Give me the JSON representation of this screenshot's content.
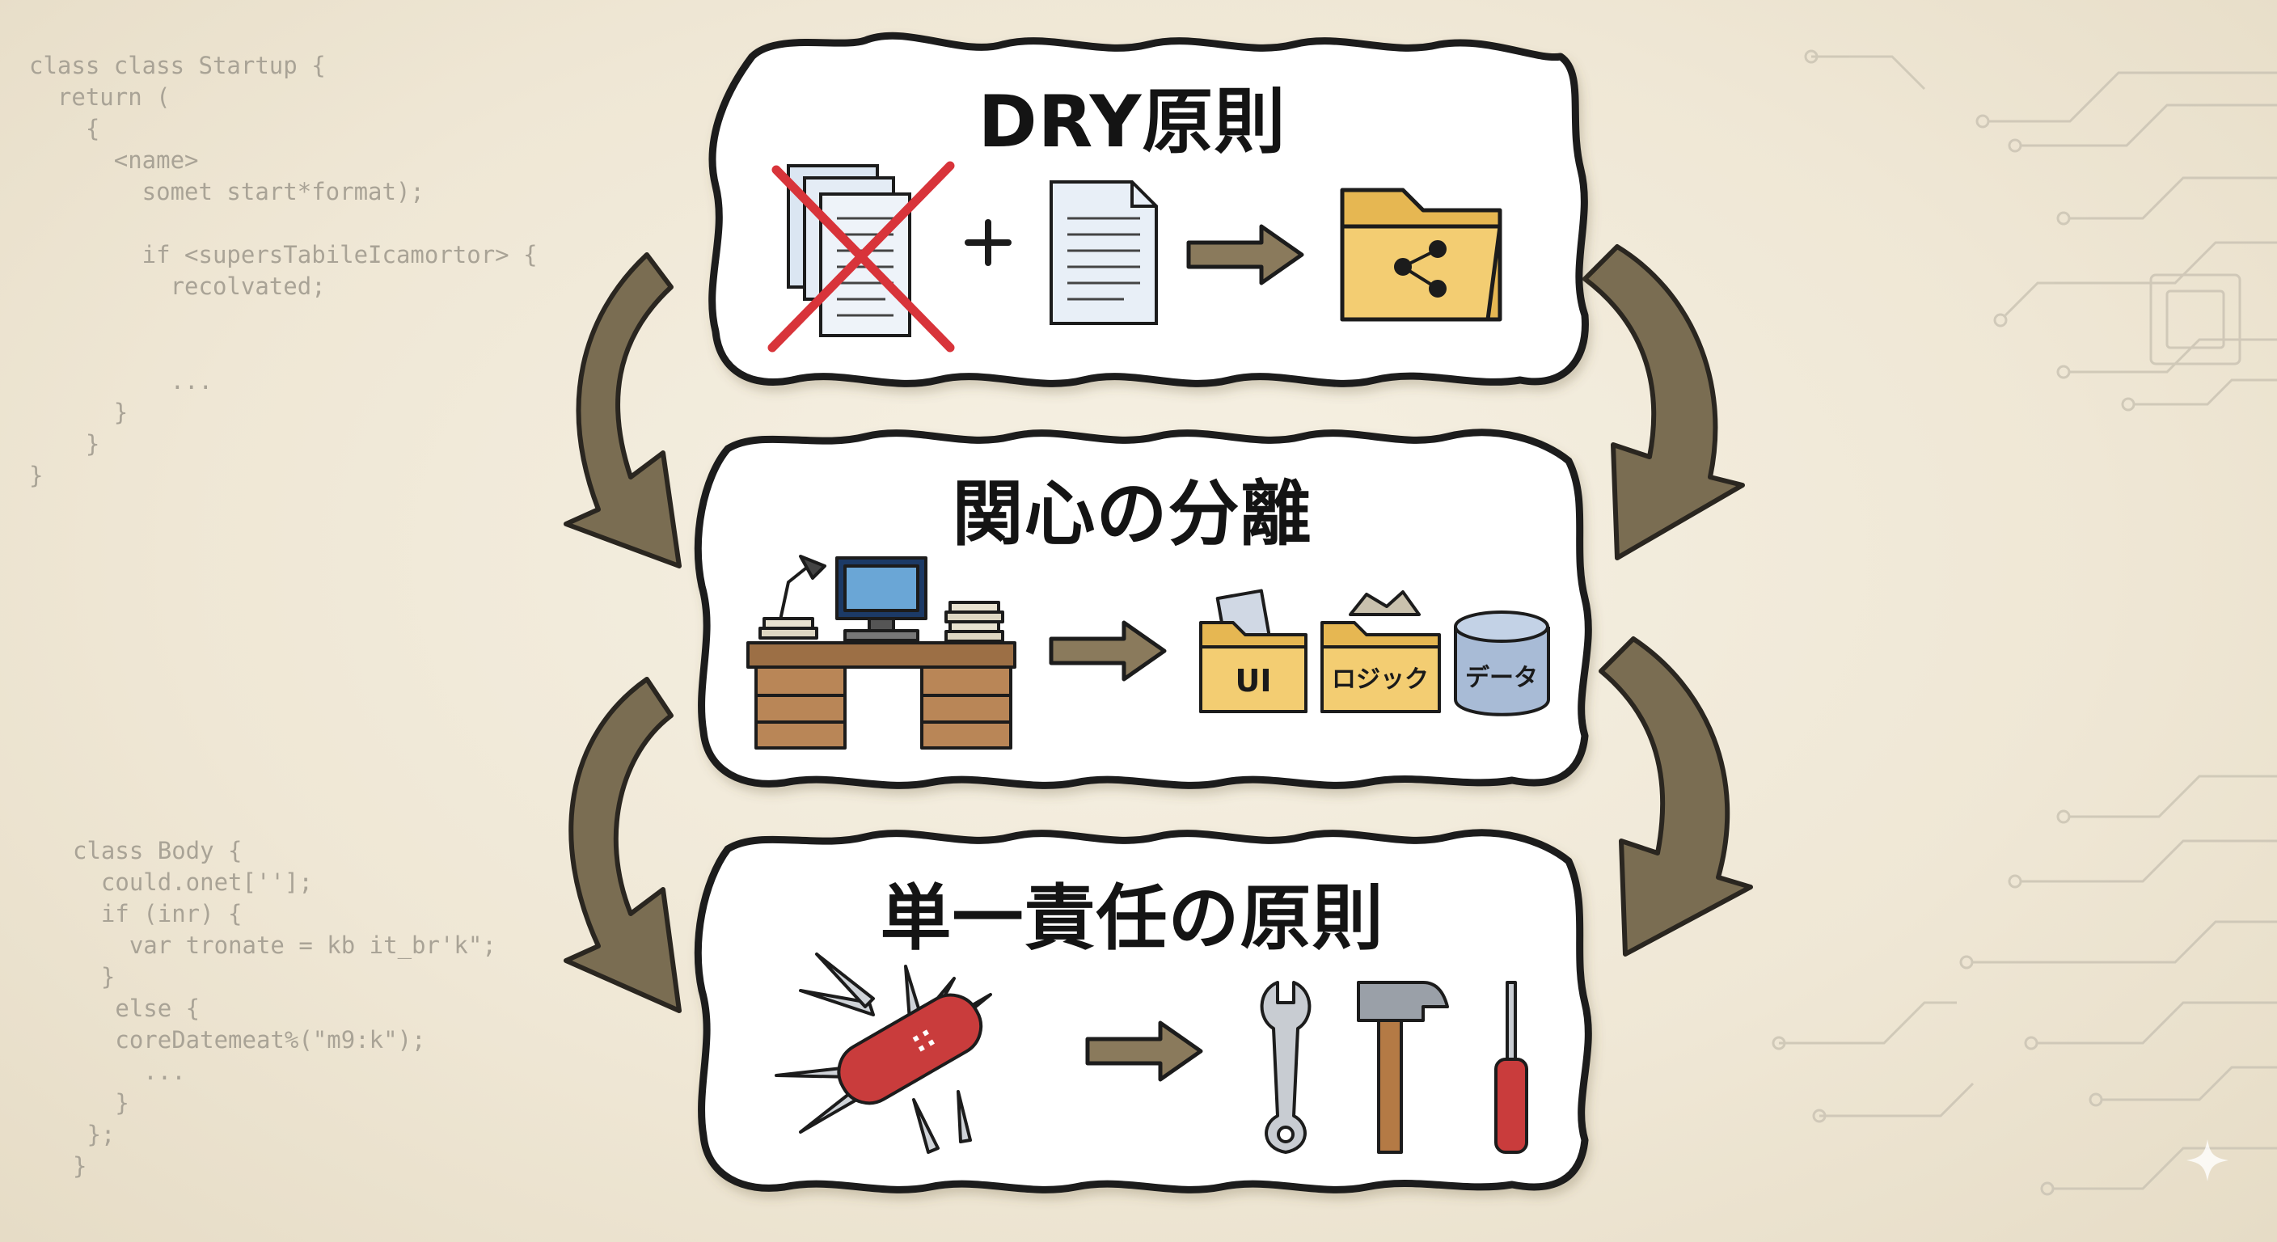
{
  "background_code": {
    "top": [
      "class class Startup {",
      "  return (",
      "    {",
      "      <name>",
      "        somet start*format);",
      "",
      "        if <supersTabileIcamortor> {",
      "          recolvated;",
      "",
      "",
      "          ...",
      "      }",
      "    }",
      "}"
    ],
    "bottom": [
      "class Body {",
      "  could.onet[''];",
      "  if (inr) {",
      "    var tronate = kb it_br'k\";",
      "  }",
      "   else {",
      "   coreDatemeat%(\"m9:k\");",
      "     ...",
      "   }",
      " };",
      "}"
    ]
  },
  "panels": {
    "dry": {
      "title": "DRY原則"
    },
    "separation": {
      "title": "関心の分離",
      "folders": [
        "UI",
        "ロジック",
        "データ"
      ]
    },
    "srp": {
      "title": "単一責任の原則"
    }
  },
  "colors": {
    "arrow": "#7a6d52",
    "arrow_outline": "#2a2620",
    "panel_fill": "#ffffff",
    "panel_outline": "#1c1c1c",
    "cross": "#d8343a",
    "folder": "#f3cd72",
    "database": "#a8bbd6",
    "knife_red": "#c93c3c"
  },
  "icons": [
    "documents-crossed-icon",
    "plus-icon",
    "document-icon",
    "arrow-right-icon",
    "shared-folder-icon",
    "messy-desk-icon",
    "ui-folder-icon",
    "logic-folder-icon",
    "database-icon",
    "multitool-icon",
    "wrench-icon",
    "hammer-icon",
    "screwdriver-icon"
  ]
}
